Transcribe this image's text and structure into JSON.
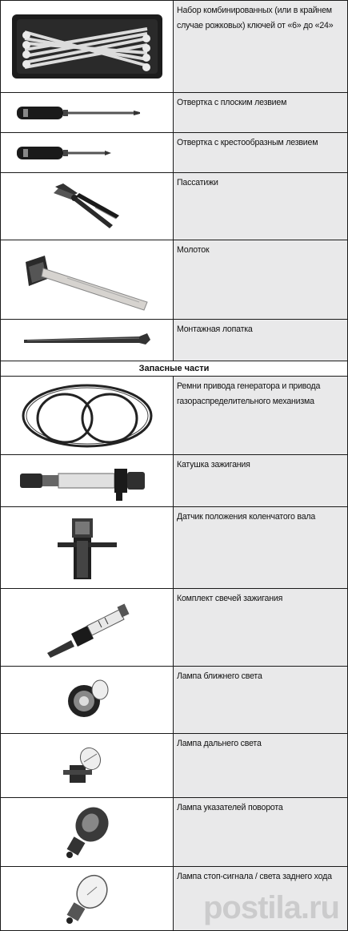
{
  "rows": [
    {
      "label": "Набор комбинированных (или в крайнем случае рожковых) ключей от «6» до «24»",
      "icon": "wrench-set-icon"
    },
    {
      "label": "Отвертка с плоским лезвием",
      "icon": "flat-screwdriver-icon"
    },
    {
      "label": "Отвертка с крестообразным лезвием",
      "icon": "phillips-screwdriver-icon"
    },
    {
      "label": "Пассатижи",
      "icon": "pliers-icon"
    },
    {
      "label": "Молоток",
      "icon": "hammer-icon"
    },
    {
      "label": "Монтажная лопатка",
      "icon": "pry-bar-icon"
    }
  ],
  "section_title": "Запасные части",
  "spare_rows": [
    {
      "label": "Ремни привода генератора и привода газораспределительного механизма",
      "icon": "belts-icon"
    },
    {
      "label": "Катушка зажигания",
      "icon": "ignition-coil-icon"
    },
    {
      "label": "Датчик положения коленчатого вала",
      "icon": "crankshaft-sensor-icon"
    },
    {
      "label": "Комплект свечей зажигания",
      "icon": "spark-plug-icon"
    },
    {
      "label": "Лампа ближнего света",
      "icon": "low-beam-bulb-icon"
    },
    {
      "label": "Лампа дальнего света",
      "icon": "high-beam-bulb-icon"
    },
    {
      "label": "Лампа указателей поворота",
      "icon": "turn-signal-bulb-icon"
    },
    {
      "label": "Лампа стоп-сигнала / света заднего хода",
      "icon": "brake-light-bulb-icon"
    }
  ],
  "watermark": "postila.ru"
}
